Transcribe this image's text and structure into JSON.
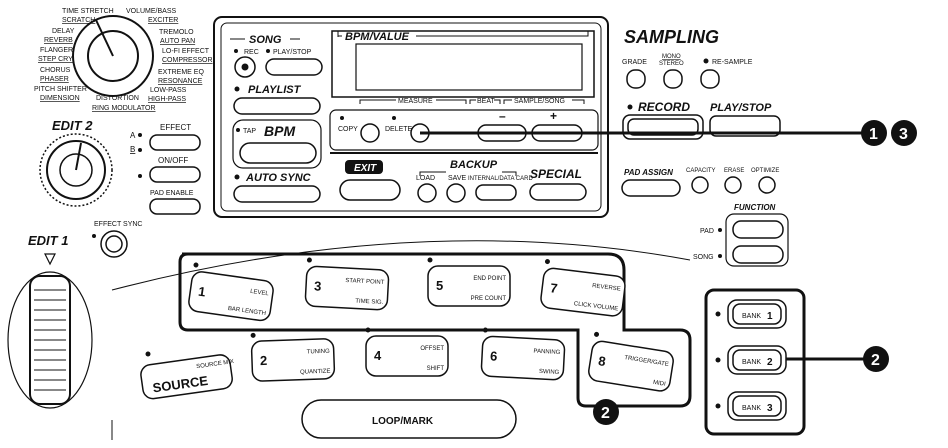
{
  "effects_dial": {
    "labels": [
      {
        "text": "TIME STRETCH"
      },
      {
        "text": "SCRATCH",
        "u": true
      },
      {
        "text": "VOLUME/BASS"
      },
      {
        "text": "EXCITER",
        "u": true
      },
      {
        "text": "DELAY"
      },
      {
        "text": "REVERB",
        "u": true
      },
      {
        "text": "TREMOLO"
      },
      {
        "text": "AUTO PAN",
        "u": true
      },
      {
        "text": "FLANGER"
      },
      {
        "text": "STEP CRY",
        "u": true
      },
      {
        "text": "LO-FI EFFECT"
      },
      {
        "text": "COMPRESSOR",
        "u": true
      },
      {
        "text": "CHORUS"
      },
      {
        "text": "PHASER",
        "u": true
      },
      {
        "text": "EXTREME EQ"
      },
      {
        "text": "RESONANCE",
        "u": true
      },
      {
        "text": "PITCH SHIFTER"
      },
      {
        "text": "DIMENSION",
        "u": true
      },
      {
        "text": "DISTORTION"
      },
      {
        "text": "RING MODULATOR",
        "u": true
      },
      {
        "text": "LOW-PASS"
      },
      {
        "text": "HIGH-PASS",
        "u": true
      }
    ]
  },
  "edit2": {
    "title": "EDIT 2",
    "a": "A",
    "b": "B",
    "effect": "EFFECT",
    "on_off": "ON/OFF",
    "pad_enable": "PAD ENABLE"
  },
  "edit1": {
    "title": "EDIT 1",
    "effect_sync": "EFFECT SYNC"
  },
  "song": {
    "title": "SONG",
    "rec": "REC",
    "play_stop": "PLAY/STOP"
  },
  "playlist": "PLAYLIST",
  "bpm": {
    "tap": "TAP",
    "title": "BPM"
  },
  "auto_sync": "AUTO SYNC",
  "display": {
    "title": "BPM/VALUE",
    "measure": "MEASURE",
    "beat": "BEAT",
    "sample_song": "SAMPLE/SONG"
  },
  "edit_keys": {
    "copy": "COPY",
    "delete": "DELETE",
    "minus": "–",
    "plus": "+"
  },
  "exit": "EXIT",
  "backup": {
    "title": "BACKUP",
    "load": "LOAD",
    "save": "SAVE",
    "internal": "INTERNAL/DATA CARD"
  },
  "special": "SPECIAL",
  "sampling": {
    "title": "SAMPLING",
    "grade": "GRADE",
    "mono": "MONO",
    "stereo": "STEREO",
    "resample": "RE-SAMPLE",
    "record": "RECORD",
    "play_stop": "PLAY/STOP"
  },
  "pad_assign": {
    "title": "PAD ASSIGN",
    "capacity": "CAPACITY",
    "erase": "ERASE",
    "optimize": "OPTIMIZE"
  },
  "function": {
    "title": "FUNCTION",
    "pad": "PAD",
    "song": "SONG"
  },
  "pads": [
    {
      "num": "1",
      "top": "LEVEL",
      "bottom": "BAR LENGTH"
    },
    {
      "num": "3",
      "top": "START POINT",
      "bottom": "TIME SIG."
    },
    {
      "num": "5",
      "top": "END POINT",
      "bottom": "PRE COUNT"
    },
    {
      "num": "7",
      "top": "REVERSE",
      "bottom": "CLICK VOLUME"
    },
    {
      "num": "2",
      "top": "TUNING",
      "bottom": "QUANTIZE"
    },
    {
      "num": "4",
      "top": "OFFSET",
      "bottom": "SHIFT"
    },
    {
      "num": "6",
      "top": "PANNING",
      "bottom": "SWING"
    },
    {
      "num": "8",
      "top": "TRIGGER/GATE",
      "bottom": "MIDI"
    }
  ],
  "source": {
    "title": "SOURCE",
    "mix": "SOURCE MIX"
  },
  "loop_mark": "LOOP/MARK",
  "banks": [
    {
      "label": "BANK",
      "num": "1"
    },
    {
      "label": "BANK",
      "num": "2"
    },
    {
      "label": "BANK",
      "num": "3"
    }
  ],
  "callouts": {
    "one": "1",
    "three": "3",
    "two_pads": "2",
    "two_banks": "2"
  }
}
